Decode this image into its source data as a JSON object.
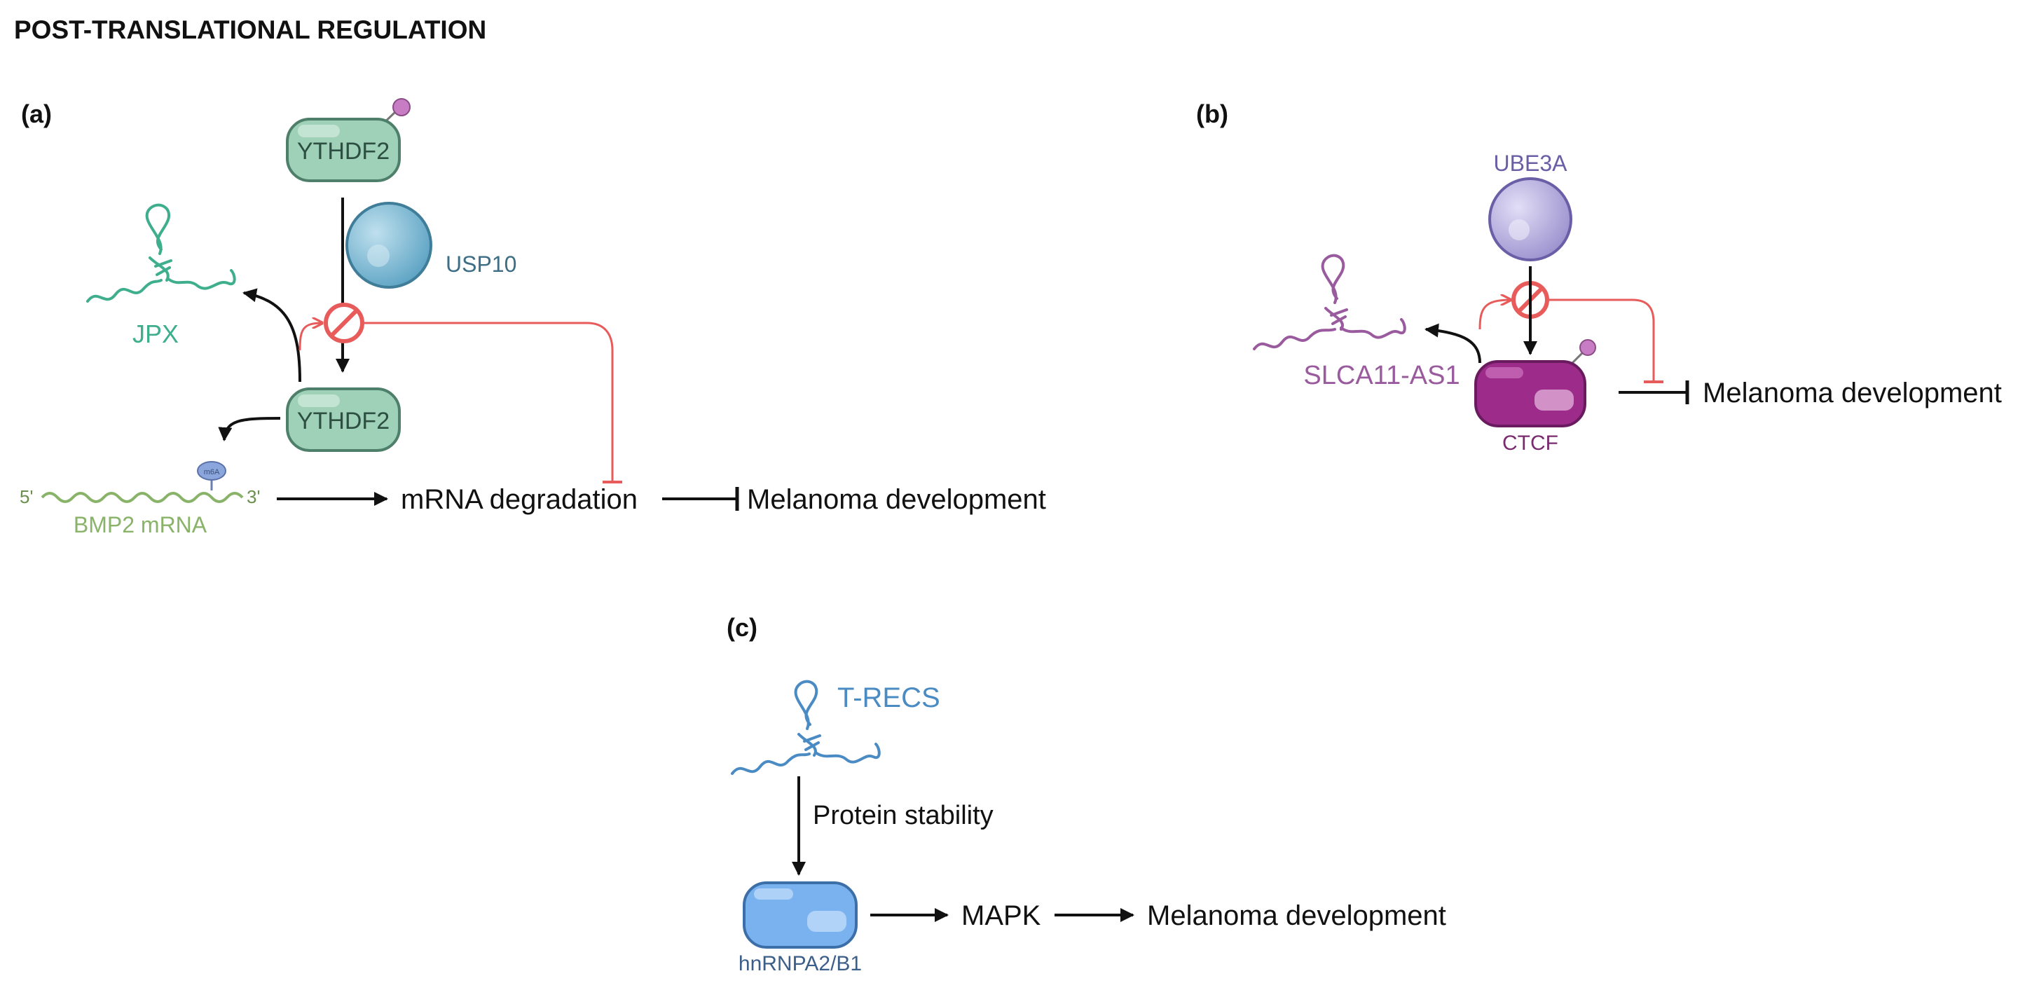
{
  "title": "POST-TRANSLATIONAL REGULATION",
  "panel_a": {
    "label": "(a)",
    "ythdf2_top": "YTHDF2",
    "usp10": "USP10",
    "jpx": "JPX",
    "ythdf2_bottom": "YTHDF2",
    "five_prime": "5'",
    "three_prime": "3'",
    "bmp2_mrna": "BMP2 mRNA",
    "m6a_mark": "m6A",
    "mrna_degradation": "mRNA degradation",
    "melanoma": "Melanoma development"
  },
  "panel_b": {
    "label": "(b)",
    "ube3a": "UBE3A",
    "slca11": "SLCA11-AS1",
    "ctcf": "CTCF",
    "melanoma": "Melanoma development"
  },
  "panel_c": {
    "label": "(c)",
    "trecs": "T-RECS",
    "protein_stability": "Protein stability",
    "hnrnp": "hnRNPA2/B1",
    "mapk": "MAPK",
    "melanoma": "Melanoma development"
  },
  "colors": {
    "teal_rna": "#3fae8c",
    "ythdf2_fill": "#9fd0b8",
    "usp10_fill": "#6fb2cf",
    "bmp2_green": "#8ab36a",
    "inhibit_red": "#e85b5b",
    "purple_rna": "#9a5a9e",
    "ube3a_fill": "#b8b0de",
    "ctcf_fill": "#9c2b8a",
    "blue_rna": "#4a8bc4",
    "hnrnp_fill": "#7ab2f0",
    "phospho": "#c87cc4"
  }
}
